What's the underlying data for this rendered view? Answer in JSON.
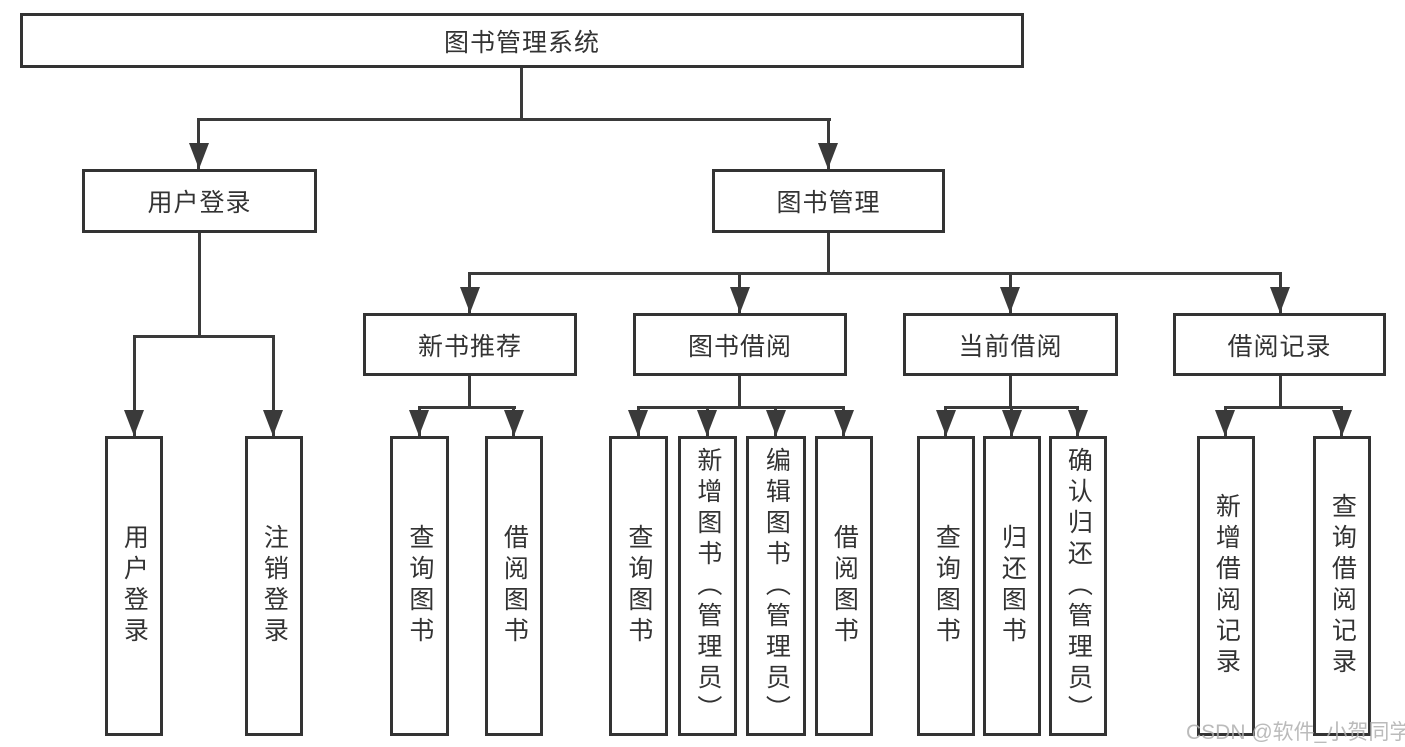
{
  "diagram_title": "图书管理系统",
  "colors": {
    "line": "#3a3a3a",
    "box_border": "#333333",
    "text": "#333333",
    "background": "#ffffff",
    "watermark": "#afafaf"
  },
  "tree": {
    "label": "图书管理系统",
    "children": [
      {
        "label": "用户登录",
        "children": [
          {
            "label": "用户登录"
          },
          {
            "label": "注销登录"
          }
        ]
      },
      {
        "label": "图书管理",
        "children": [
          {
            "label": "新书推荐",
            "children": [
              {
                "label": "查询图书"
              },
              {
                "label": "借阅图书"
              }
            ]
          },
          {
            "label": "图书借阅",
            "children": [
              {
                "label": "查询图书"
              },
              {
                "label": "新增图书（管理员）"
              },
              {
                "label": "编辑图书（管理员）"
              },
              {
                "label": "借阅图书"
              }
            ]
          },
          {
            "label": "当前借阅",
            "children": [
              {
                "label": "查询图书"
              },
              {
                "label": "归还图书"
              },
              {
                "label": "确认归还（管理员）"
              }
            ]
          },
          {
            "label": "借阅记录",
            "children": [
              {
                "label": "新增借阅记录"
              },
              {
                "label": "查询借阅记录"
              }
            ]
          }
        ]
      }
    ]
  },
  "watermark": {
    "text": "CSDN @软件_小贺同学"
  }
}
